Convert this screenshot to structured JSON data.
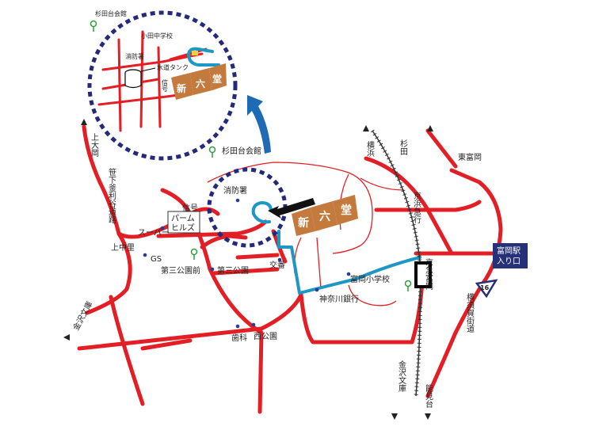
{
  "colors": {
    "road": "#e31e24",
    "route": "#1d98c4",
    "highlight_circle": "#232a7a",
    "arrow": "#1f6ab4",
    "roof": "#c47a3d",
    "park": "#2e9e3a",
    "station_sign_bg": "#27317a"
  },
  "building": {
    "chars": [
      "新",
      "六",
      "堂"
    ]
  },
  "labels": {
    "sugitadai_hall": "杉田台会館",
    "fire_station": "消防署",
    "odachu": "小田中学校",
    "water_tank": "水道タンク",
    "small_label": "信号",
    "shingo": "信号",
    "palm_hills_1": "パーム",
    "palm_hills_2": "ヒルズ",
    "supermarket": "スーパー",
    "kaminakazato": "上中里",
    "gs": "GS",
    "daisan_koenmae_1": "第三公園前",
    "daisan_koenmae_2": "第三公園",
    "koban": "交番",
    "tomioka_school": "富岡小学校",
    "kanagawa_bank": "神奈川銀行",
    "dentist": "歯科",
    "nishi_koen": "西公園",
    "keikyu_tomioka": "京急富岡",
    "higashi_tomioka": "東富岡",
    "kamiooka": "上大岡",
    "sasage_road": "笹下釜利谷道路",
    "kanazawa_bunko_left": "金沢文庫",
    "yokohama": "横浜",
    "sugita": "杉田",
    "keikyu_line": "京浜急行",
    "kanazawa_bunko_bottom": "金沢文庫",
    "nokendai": "能見台",
    "yokosuka_kaido": "横須賀街道",
    "route_number": "16"
  },
  "station_sign": {
    "line1": "富岡駅",
    "line2": "入り口"
  }
}
